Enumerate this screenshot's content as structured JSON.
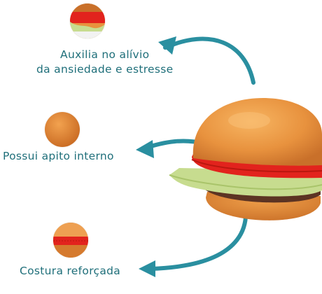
{
  "features": [
    {
      "line1": "Auxilia no alívio",
      "line2": "da ansiedade e estresse"
    },
    {
      "text": "Possui apito interno"
    },
    {
      "text": "Costura reforçada"
    }
  ],
  "colors": {
    "text": "#1f6f7a",
    "arrow": "#2a8fa0",
    "bun": "#e8923e",
    "tomato": "#e2231d",
    "lettuce": "#c7dc8f",
    "patty": "#5c3423"
  },
  "icons": [
    "arrow-curved-left-icon"
  ]
}
